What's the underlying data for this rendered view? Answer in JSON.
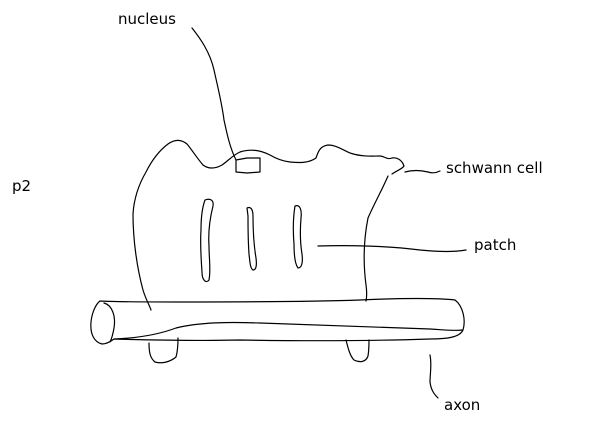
{
  "labels": {
    "nucleus": "nucleus",
    "panel": "p2",
    "schwann_cell": "schwann cell",
    "patch": "patch",
    "axon": "axon"
  },
  "colors": {
    "stroke": "#000000",
    "background": "#ffffff"
  }
}
